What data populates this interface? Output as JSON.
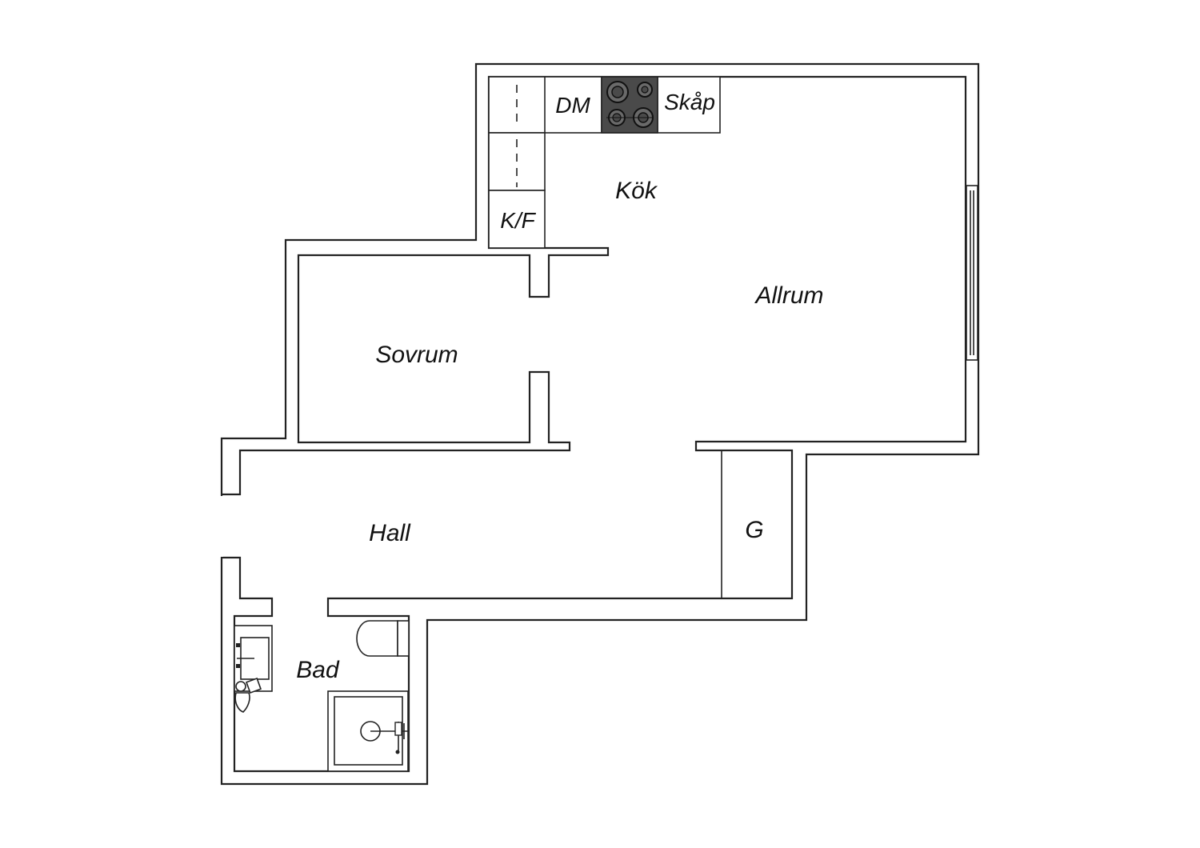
{
  "rooms": {
    "kok": "Kök",
    "allrum": "Allrum",
    "sovrum": "Sovrum",
    "hall": "Hall",
    "bad": "Bad",
    "garderob": "G"
  },
  "fixtures": {
    "dishwasher": "DM",
    "cabinet": "Skåp",
    "fridge_freezer": "K/F"
  },
  "colors": {
    "wall": "#222222",
    "stove": "#4a4a4a",
    "background": "#ffffff"
  }
}
